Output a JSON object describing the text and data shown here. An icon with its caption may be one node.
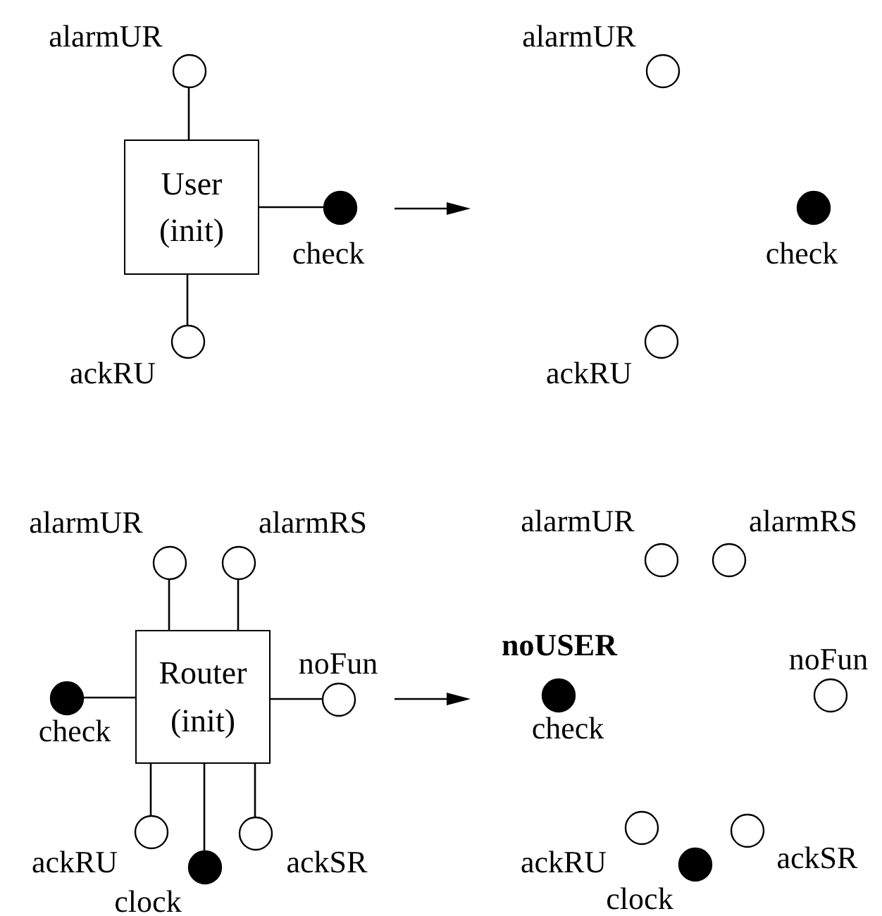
{
  "diagram": {
    "nodes": [
      {
        "text": [
          "User",
          "(init)"
        ]
      },
      {
        "text": [],
        "shape": "circle",
        "beside": [
          "alarmUR"
        ]
      },
      {
        "text": [],
        "shape": "dot",
        "beside": [
          "check"
        ]
      },
      {
        "text": [],
        "shape": "circle",
        "beside": [
          "ackRU"
        ]
      },
      {
        "text": [],
        "shape": "circle",
        "beside": [
          "alarmUR"
        ]
      },
      {
        "text": [],
        "shape": "dot",
        "beside": [
          "check"
        ]
      },
      {
        "text": [],
        "shape": "circle",
        "beside": [
          "ackRU"
        ]
      },
      {
        "text": [
          "Router",
          "(init)"
        ]
      },
      {
        "text": [],
        "shape": "circle",
        "beside": [
          "alarmUR"
        ]
      },
      {
        "text": [],
        "shape": "circle",
        "beside": [
          "alarmRS"
        ]
      },
      {
        "text": [],
        "shape": "dot",
        "beside": [
          "check"
        ]
      },
      {
        "text": [],
        "shape": "circle",
        "beside": [
          "noFun"
        ]
      },
      {
        "text": [],
        "shape": "circle",
        "beside": [
          "ackRU"
        ]
      },
      {
        "text": [],
        "shape": "dot",
        "beside": [
          "clock"
        ]
      },
      {
        "text": [],
        "shape": "circle",
        "beside": [
          "ackSR"
        ]
      },
      {
        "text": [],
        "shape": "circle",
        "beside": [
          "alarmUR"
        ]
      },
      {
        "text": [],
        "shape": "circle",
        "beside": [
          "alarmRS"
        ]
      },
      {
        "text": [],
        "shape": "dot",
        "beside": [
          "check"
        ]
      },
      {
        "text": [],
        "shape": "circle",
        "beside": [
          "noFun"
        ]
      },
      {
        "text": [],
        "shape": "circle",
        "beside": [
          "ackRU"
        ]
      },
      {
        "text": [],
        "shape": "dot",
        "beside": [
          "clock"
        ]
      },
      {
        "text": [],
        "shape": "circle",
        "beside": [
          "ackSR"
        ]
      }
    ],
    "edges": [
      {
        "from": 0,
        "to": 1,
        "arrow": "none"
      },
      {
        "from": 0,
        "to": 2,
        "arrow": "none"
      },
      {
        "from": 0,
        "to": 3,
        "arrow": "none"
      },
      {
        "from": 7,
        "to": 8,
        "arrow": "none"
      },
      {
        "from": 7,
        "to": 9,
        "arrow": "none"
      },
      {
        "from": 7,
        "to": 10,
        "arrow": "none"
      },
      {
        "from": 7,
        "to": 11,
        "arrow": "none"
      },
      {
        "from": 7,
        "to": 12,
        "arrow": "none"
      },
      {
        "from": 7,
        "to": 13,
        "arrow": "none"
      },
      {
        "from": 7,
        "to": 14,
        "arrow": "none"
      }
    ],
    "labels": [
      "noUSER"
    ]
  }
}
